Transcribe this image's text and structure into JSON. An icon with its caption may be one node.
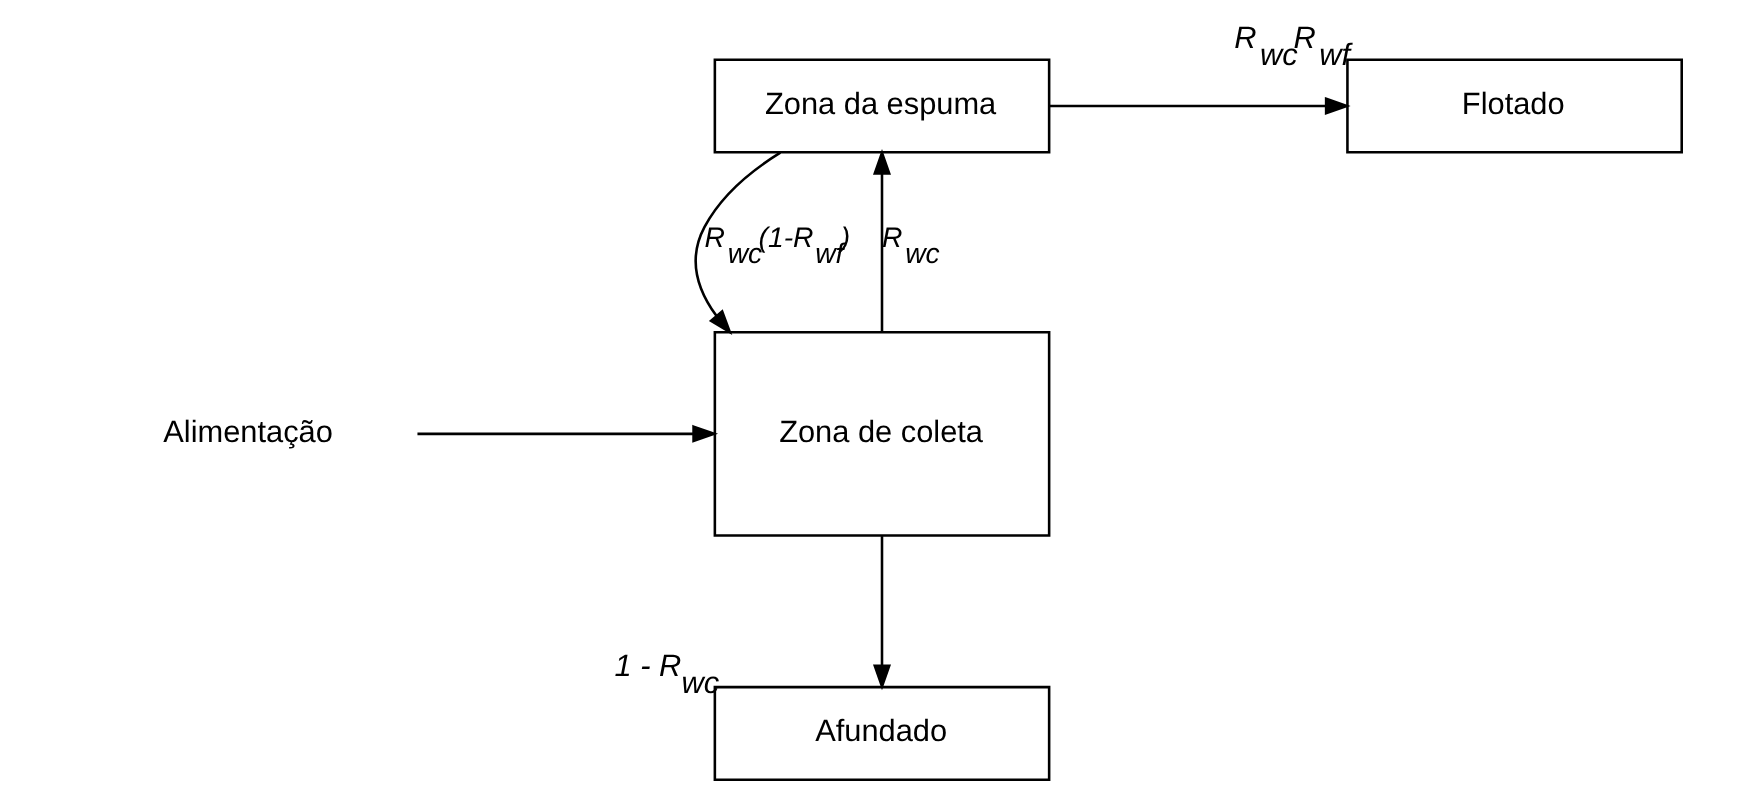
{
  "diagram": {
    "nodes": [
      {
        "text": [
          "Zona da espuma"
        ]
      },
      {
        "text": [
          "Zona de coleta"
        ]
      },
      {
        "text": [
          "Flotado"
        ],
        "beside": [
          "R$_{wc}$R$_{wf}$"
        ]
      },
      {
        "text": [
          "Alimentação"
        ]
      },
      {
        "text": [
          "Afundado"
        ],
        "beside": [
          "1 - R$_{wc}$"
        ]
      }
    ],
    "edges": [
      {
        "from": 0,
        "to": 2,
        "arrow": "to"
      },
      {
        "from": 0,
        "to": 1,
        "arrow": "to",
        "label": "R$_{wc}$(1-R$_{wf}$)"
      },
      {
        "from": 1,
        "to": 0,
        "arrow": "to",
        "label": "R$_{wc}$"
      },
      {
        "from": 3,
        "to": 1,
        "arrow": "to"
      },
      {
        "from": 1,
        "to": 4,
        "arrow": "to"
      }
    ]
  }
}
